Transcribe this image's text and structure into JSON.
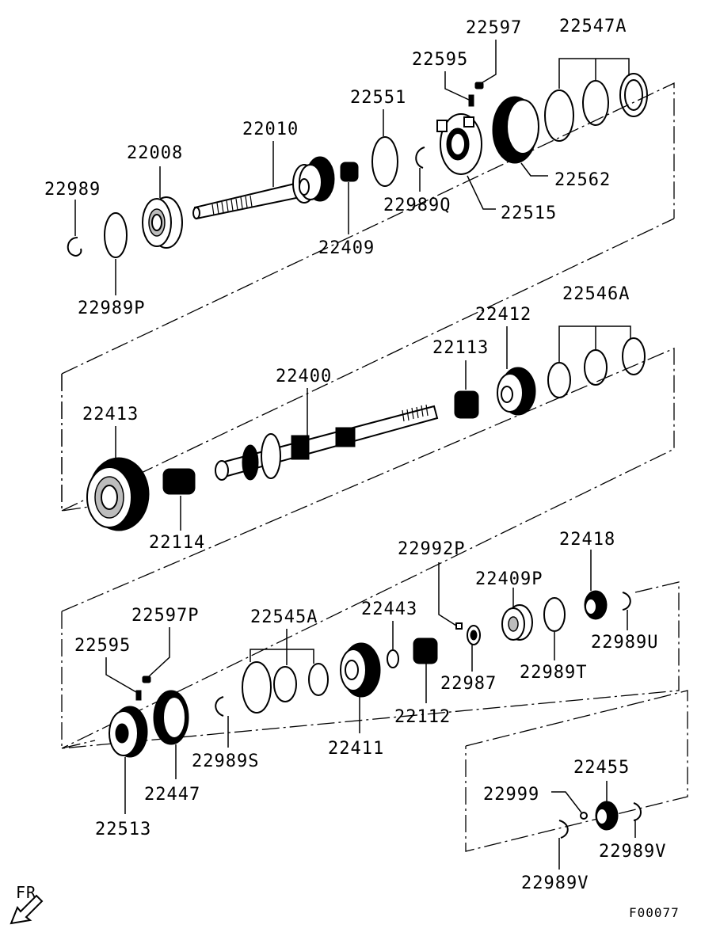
{
  "labels": {
    "p22989": "22989",
    "p22989P": "22989P",
    "p22008": "22008",
    "p22010": "22010",
    "p22409": "22409",
    "p22551": "22551",
    "p22989Q": "22989Q",
    "p22595_top": "22595",
    "p22597": "22597",
    "p22515": "22515",
    "p22562": "22562",
    "p22547A": "22547A",
    "p22413": "22413",
    "p22114": "22114",
    "p22400": "22400",
    "p22113": "22113",
    "p22412": "22412",
    "p22546A": "22546A",
    "p22595_bot": "22595",
    "p22597P": "22597P",
    "p22513": "22513",
    "p22447": "22447",
    "p22989S": "22989S",
    "p22545A": "22545A",
    "p22411": "22411",
    "p22443": "22443",
    "p22112": "22112",
    "p22992P": "22992P",
    "p22987": "22987",
    "p22409P": "22409P",
    "p22989T": "22989T",
    "p22418": "22418",
    "p22989U": "22989U",
    "p22455": "22455",
    "p22999": "22999",
    "p22989V_a": "22989V",
    "p22989V_b": "22989V"
  },
  "front_indicator": "FR",
  "figure_code": "F00077",
  "icons": {
    "front_arrow": "front-arrow-icon"
  },
  "colors": {
    "line": "#000000",
    "background": "#ffffff"
  }
}
